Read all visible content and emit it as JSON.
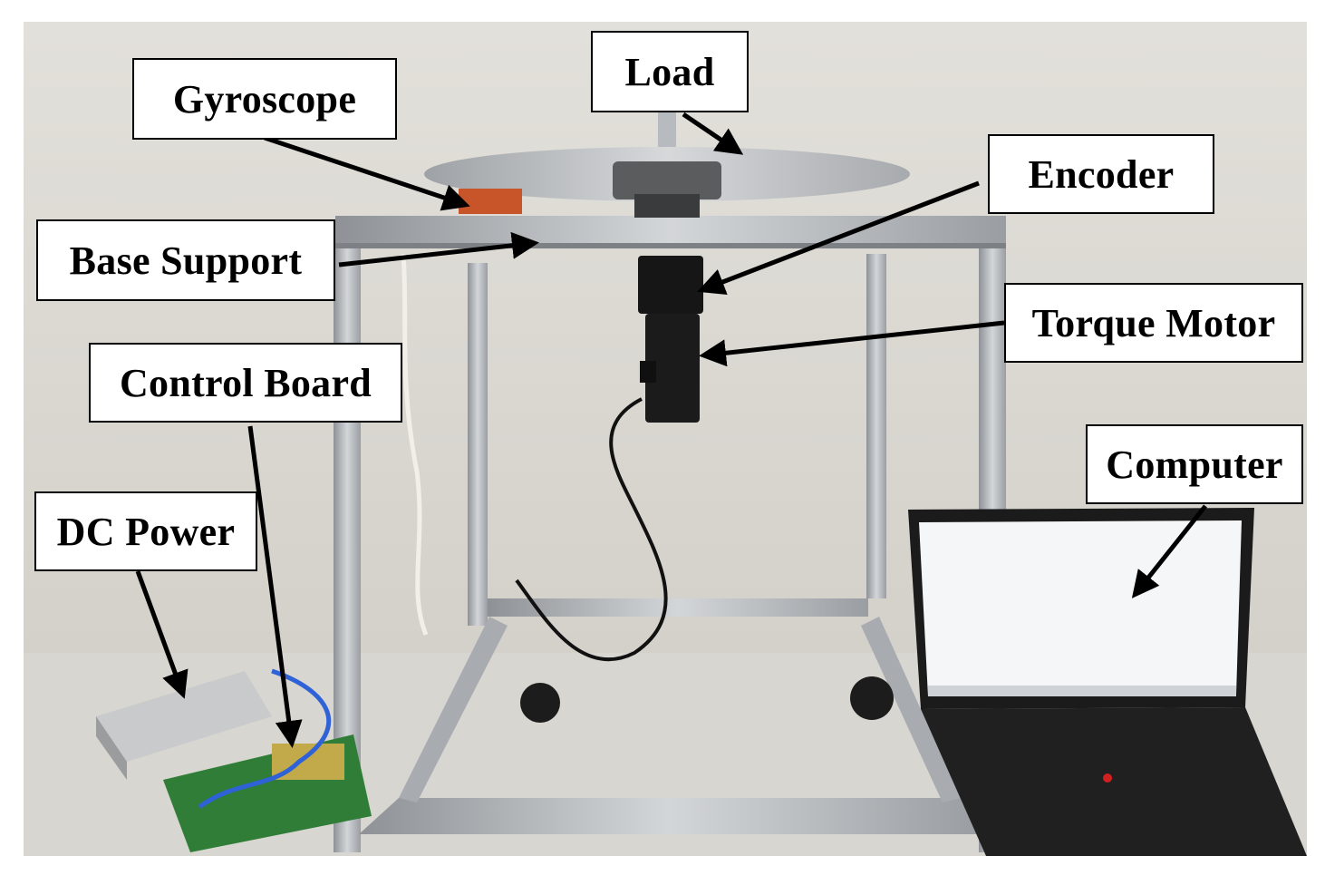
{
  "labels": {
    "load": "Load",
    "gyroscope": "Gyroscope",
    "encoder": "Encoder",
    "base_support": "Base Support",
    "torque_motor": "Torque Motor",
    "control_board": "Control Board",
    "computer": "Computer",
    "dc_power": "DC Power"
  },
  "colors": {
    "wall": "#d9d7d1",
    "floor": "#dedcd6",
    "aluminum_frame": "#b9bdc1",
    "disk": "#c2c5c8",
    "motor": "#161616",
    "gyroscope_block": "#c8542a",
    "pcb": "#2f7d36",
    "laptop_body": "#1b1b1b",
    "laptop_screen": "#f4f6f8",
    "arrow": "#000000"
  }
}
